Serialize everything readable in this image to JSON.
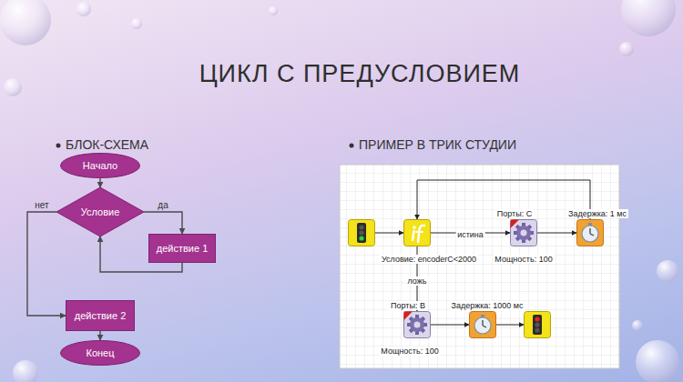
{
  "diagram": {
    "title": "ЦИКЛ С ПРЕДУСЛОВИЕМ",
    "nodes": [
      {
        "text": [
          "Начало"
        ]
      },
      {
        "text": [
          "Условие"
        ]
      },
      {
        "text": [
          "действие 1"
        ]
      },
      {
        "text": [
          "действие 2"
        ]
      },
      {
        "text": [
          "Конец"
        ]
      },
      {
        "text": []
      },
      {
        "text": [
          "Условие: encoderC<2000"
        ]
      },
      {
        "text": [
          "Порты: С",
          "Мощность: 100"
        ]
      },
      {
        "text": [
          "Задержка: 1 мс"
        ]
      },
      {
        "text": [
          "Порты: В",
          "Мощность: 100"
        ]
      },
      {
        "text": [
          "Задержка: 1000 мс"
        ]
      },
      {
        "text": []
      }
    ],
    "edges": [
      {
        "from": 0,
        "to": 1,
        "arrow": "to"
      },
      {
        "from": 1,
        "to": 2,
        "label": "да",
        "arrow": "to"
      },
      {
        "from": 2,
        "to": 1,
        "arrow": "to"
      },
      {
        "from": 1,
        "to": 3,
        "label": "нет",
        "arrow": "to"
      },
      {
        "from": 3,
        "to": 4,
        "arrow": "to"
      },
      {
        "from": 5,
        "to": 6,
        "arrow": "to"
      },
      {
        "from": 6,
        "to": 7,
        "label": "истина",
        "arrow": "to"
      },
      {
        "from": 7,
        "to": 8,
        "arrow": "to"
      },
      {
        "from": 8,
        "to": 6,
        "arrow": "to"
      },
      {
        "from": 6,
        "to": 9,
        "label": "ложь",
        "arrow": "to"
      },
      {
        "from": 9,
        "to": 10,
        "arrow": "to"
      },
      {
        "from": 10,
        "to": 11,
        "arrow": "to"
      }
    ],
    "labels": [
      "БЛОК-СХЕМА",
      "ПРИМЕР В ТРИК СТУДИИ"
    ]
  }
}
